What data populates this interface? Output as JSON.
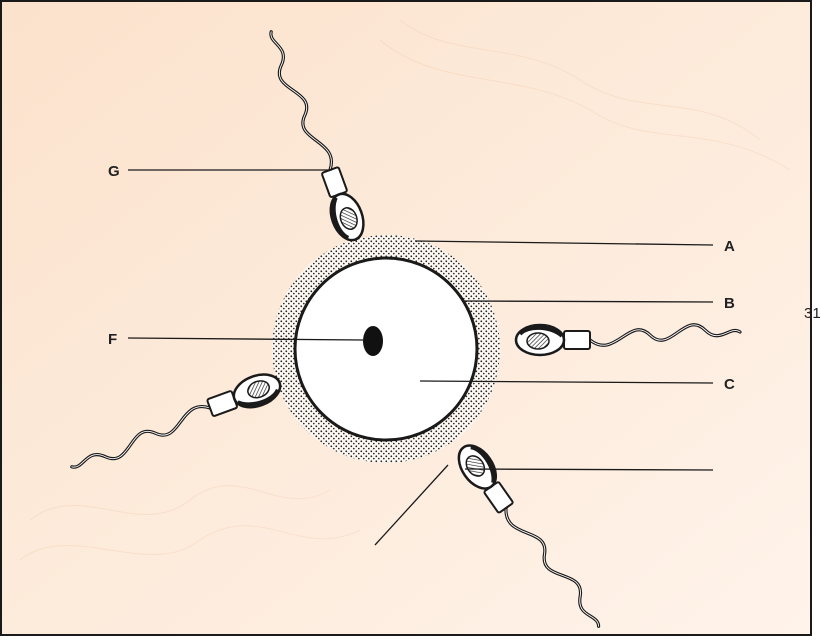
{
  "labels": {
    "a": "A",
    "b": "B",
    "c": "C",
    "f": "F",
    "g": "G"
  },
  "page_number": "31",
  "colors": {
    "background_warm": "#fde4cf",
    "outline": "#1a1a1a",
    "ovum_fill": "#ffffff"
  }
}
